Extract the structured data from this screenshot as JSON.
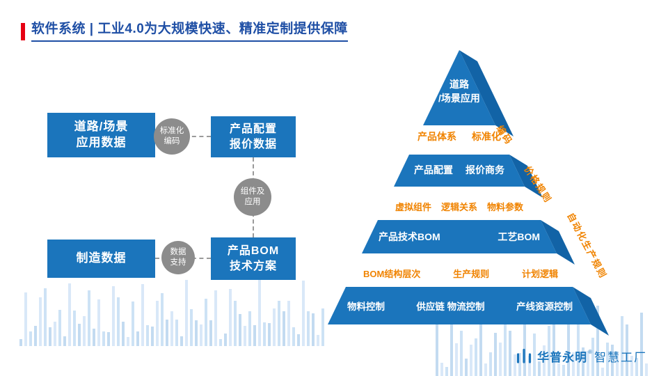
{
  "slide": {
    "title": "软件系统 | 工业4.0为大规模快速、精准定制提供保障"
  },
  "flow": {
    "boxes": {
      "road_scene": "道路/场景\n应用数据",
      "product_config": "产品配置\n报价数据",
      "product_bom": "产品BOM\n技术方案",
      "manufacturing": "制造数据"
    },
    "connectors": {
      "standardized_coding": "标准化\n编码",
      "components_apps": "组件及\n应用",
      "data_support": "数据\n支持"
    }
  },
  "pyramid": {
    "tier1": {
      "label": "道路\n/场景应用",
      "side_label": "编码"
    },
    "row1": [
      "产品体系",
      "标准化"
    ],
    "tier2": {
      "items": [
        "产品配置",
        "报价商务"
      ],
      "side_label": "价格规则"
    },
    "row2": [
      "虚拟组件",
      "逻辑关系",
      "物料参数"
    ],
    "tier3": {
      "items": [
        "产品技术BOM",
        "工艺BOM"
      ],
      "side_label": "自动化生产规则"
    },
    "row3": [
      "BOM结构层次",
      "生产规则",
      "计划逻辑"
    ],
    "tier4": {
      "items": [
        "物料控制",
        "供应链 物流控制",
        "产线资源控制"
      ]
    }
  },
  "logo": {
    "brand": "华普永明",
    "reg": "®",
    "suffix": "智慧工厂"
  },
  "colors": {
    "primary_blue": "#1B75BC",
    "pyramid_side_blue": "#1263A6",
    "title_blue": "#1F4FA5",
    "accent_red": "#E60012",
    "orange": "#F08300",
    "connector_gray": "#8C8C8C"
  }
}
